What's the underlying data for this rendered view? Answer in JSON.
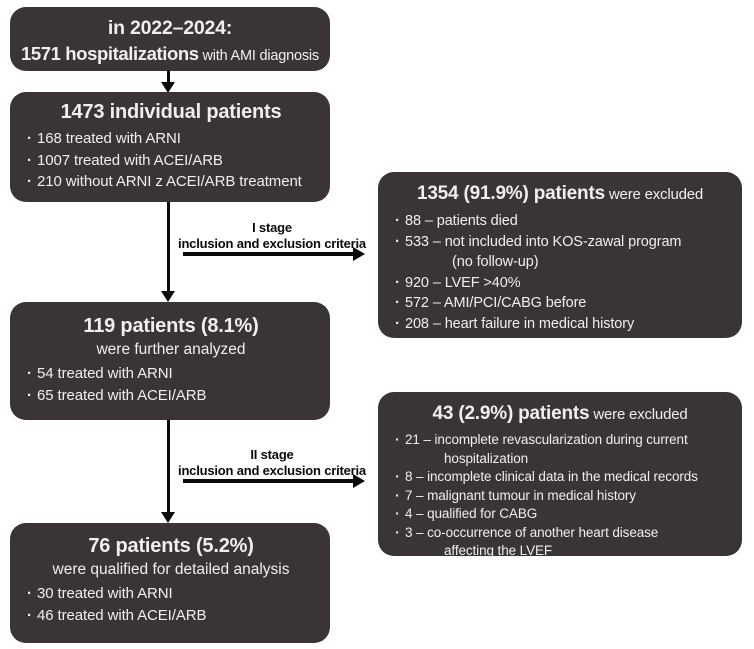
{
  "colors": {
    "box_bg": "#3a3435",
    "box_text": "#f1eeee",
    "arrow": "#0a0a0a",
    "page_bg": "#ffffff"
  },
  "boxes": {
    "b1": {
      "line1": "in 2022–2024:",
      "line2_bold": "1571 hospitalizations",
      "line2_rest": " with AMI diagnosis"
    },
    "b2": {
      "heading": "1473 individual patients",
      "bullets": [
        "168 treated with ARNI",
        "1007 treated with ACEI/ARB",
        "210 without ARNI z ACEI/ARB treatment"
      ]
    },
    "b3": {
      "heading": "119 patients (8.1%)",
      "subheading": "were further analyzed",
      "bullets": [
        "54 treated with ARNI",
        "65 treated with ACEI/ARB"
      ]
    },
    "b4": {
      "heading": "76 patients (5.2%)",
      "subheading": "were qualified for detailed analysis",
      "bullets": [
        "30 treated with ARNI",
        "46 treated with ACEI/ARB"
      ]
    },
    "e1": {
      "heading_bold": "1354 (91.9%) patients",
      "heading_rest": " were excluded",
      "bullets": [
        "88 – patients died",
        "533 – not included into KOS-zawal program",
        "920 – LVEF >40%",
        "572 – AMI/PCI/CABG before",
        "208 – heart failure in medical history"
      ],
      "bullet2_cont": "(no follow-up)"
    },
    "e2": {
      "heading_bold": "43 (2.9%) patients",
      "heading_rest": " were excluded",
      "bullets": [
        "21 – incomplete revascularization during current",
        "8 – incomplete clinical data in the medical records",
        "7 – malignant tumour in medical history",
        "4 – qualified for CABG",
        "3 – co-occurrence of another heart disease"
      ],
      "bullet1_cont": "hospitalization",
      "bullet5_cont": "affecting the LVEF"
    }
  },
  "arrows": {
    "stage1": {
      "line1": "I stage",
      "line2": "inclusion and exclusion criteria"
    },
    "stage2": {
      "line1": "II stage",
      "line2": "inclusion and exclusion criteria"
    }
  },
  "bullet_glyph": "·"
}
